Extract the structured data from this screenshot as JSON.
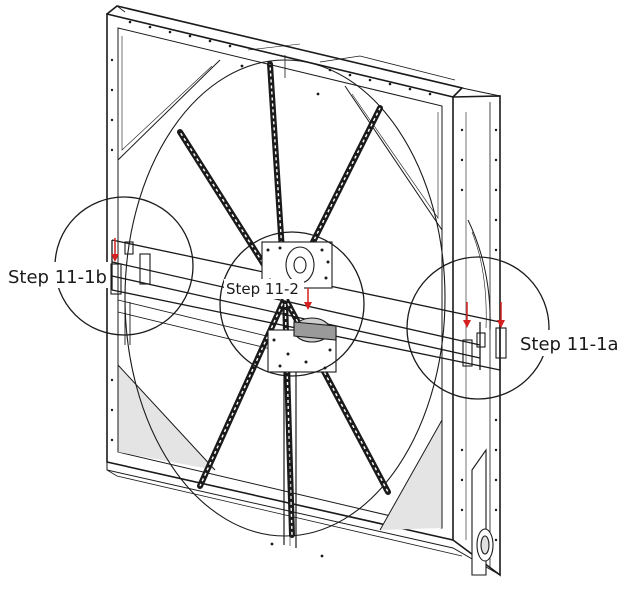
{
  "callouts": {
    "step_11_1b": "Step 11-1b",
    "step_11_2": "Step 11-2",
    "step_11_1a": "Step 11-1a"
  },
  "colors": {
    "line": "#1a1a1a",
    "arrow": "#d42020",
    "background": "#ffffff"
  },
  "icons": [
    "down-arrow-icon"
  ]
}
